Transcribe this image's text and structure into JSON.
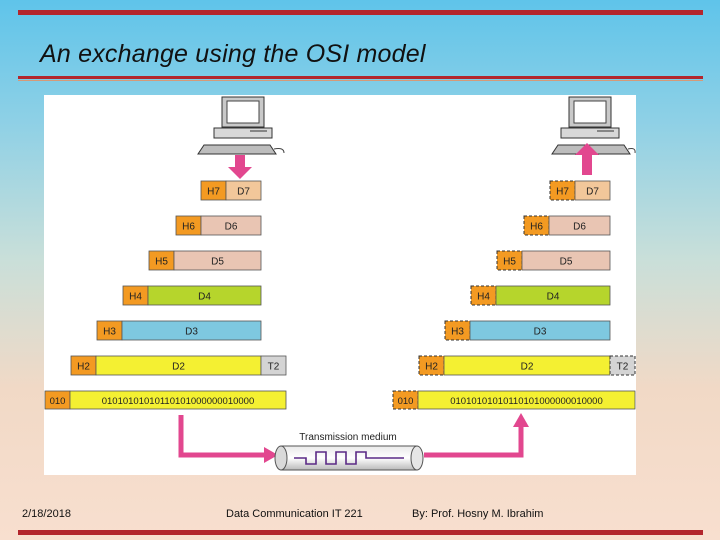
{
  "slide": {
    "title": "An exchange using the OSI model",
    "footer": {
      "date": "2/18/2018",
      "course": "Data Communication IT 221",
      "author": "By: Prof. Hosny M. Ibrahim"
    }
  },
  "diagram": {
    "layers": [
      {
        "header": "H7",
        "data": "D7"
      },
      {
        "header": "H6",
        "data": "D6"
      },
      {
        "header": "H5",
        "data": "D5"
      },
      {
        "header": "H4",
        "data": "D4"
      },
      {
        "header": "H3",
        "data": "D3"
      },
      {
        "header": "H2",
        "data": "D2",
        "trailer": "T2"
      }
    ],
    "physical": {
      "header": "010",
      "bits": "01010101010110101000000010000"
    },
    "medium_label": "Transmission medium",
    "colors": {
      "layer7": "#f2c79a",
      "layer6": "#e9c5b3",
      "layer5": "#e9c5b3",
      "layer4": "#b6d52c",
      "layer3": "#7ec8e0",
      "layer2": "#f4f032",
      "header": "#f39a22",
      "trailer": "#d4d4d4",
      "arrow": "#e2478f"
    }
  }
}
